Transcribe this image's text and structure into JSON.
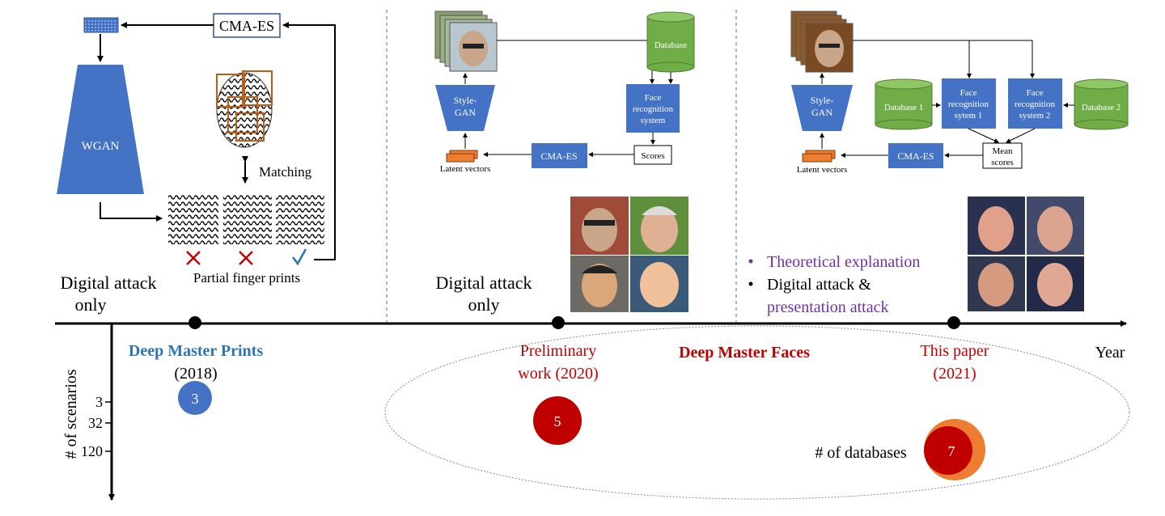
{
  "colors": {
    "box_blue": "#4472c4",
    "db_green": "#70ad47",
    "accent_red": "#c00000",
    "accent_blue": "#2e75b6",
    "purple": "#7030a0",
    "orange": "#ed7d31"
  },
  "panel1": {
    "cmaes": "CMA-ES",
    "wgan": "WGAN",
    "matching": "Matching",
    "partial": "Partial finger prints",
    "attack_line1": "Digital attack",
    "attack_line2": "only"
  },
  "panel2": {
    "database": "Database",
    "stylegan_l1": "Style-",
    "stylegan_l2": "GAN",
    "face_rec_l1": "Face",
    "face_rec_l2": "recognition",
    "face_rec_l3": "system",
    "scores": "Scores",
    "cmaes": "CMA-ES",
    "latent": "Latent vectors",
    "attack_line1": "Digital attack",
    "attack_line2": "only"
  },
  "panel3": {
    "stylegan_l1": "Style-",
    "stylegan_l2": "GAN",
    "db1": "Database 1",
    "db2": "Database 2",
    "fr1_l1": "Face",
    "fr1_l2": "recognition",
    "fr1_l3": "sytem 1",
    "fr2_l1": "Face",
    "fr2_l2": "recognition",
    "fr2_l3": "system 2",
    "mean_l1": "Mean",
    "mean_l2": "scores",
    "cmaes": "CMA-ES",
    "latent": "Latent vectors",
    "bullet1": "Theoretical explanation",
    "bullet2": "Digital attack &",
    "bullet3": "presentation attack"
  },
  "timeline": {
    "year_label": "Year",
    "y_axis_label": "# of scenarios",
    "y_ticks": [
      "3",
      "32",
      "120"
    ],
    "milestone1_name": "Deep Master Prints",
    "milestone1_year": "(2018)",
    "milestone2_l1": "Preliminary",
    "milestone2_l2": "work (2020)",
    "group_label": "Deep Master Faces",
    "milestone3_l1": "This paper",
    "milestone3_l2": "(2021)",
    "databases_label": "# of databases",
    "circle1": "3",
    "circle2": "5",
    "circle3": "7"
  },
  "icons": {
    "cross": "cross-icon",
    "check": "checkmark-icon",
    "bullet": "bullet-icon"
  }
}
